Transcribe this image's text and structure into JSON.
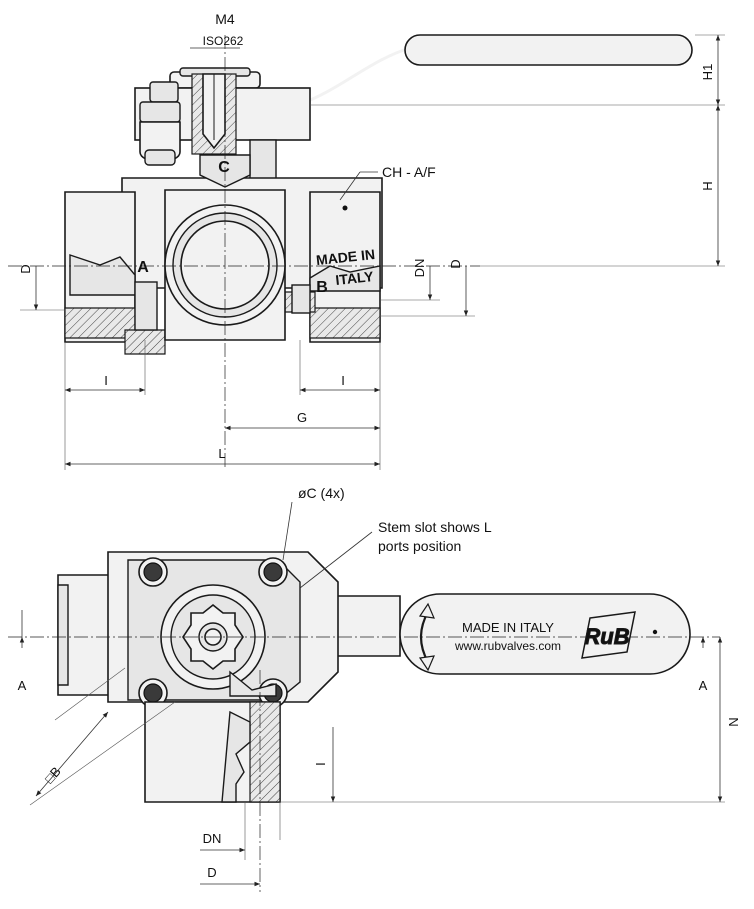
{
  "top_view": {
    "thread": "M4",
    "thread_standard": "ISO262",
    "port_c": "C",
    "port_a": "A",
    "port_b": "B",
    "wrench_size": "CH - A/F",
    "body_marking": [
      "MADE IN",
      "ITALY"
    ],
    "dims": {
      "h1": "H1",
      "h": "H",
      "d_left": "D",
      "dn": "DN",
      "d_right": "D",
      "i_left": "I",
      "i_right": "I",
      "g": "G",
      "l": "L"
    }
  },
  "bottom_view": {
    "hole_callout": "øC (4x)",
    "stem_note": [
      "Stem slot shows L",
      "ports position"
    ],
    "handle_marking": "MADE IN ITALY",
    "website": "www.rubvalves.com",
    "logo_text": "RuB",
    "dims": {
      "a_left": "A",
      "a_right": "A",
      "n": "N",
      "i": "I",
      "square_b": "□B",
      "dn": "DN",
      "d": "D"
    }
  }
}
